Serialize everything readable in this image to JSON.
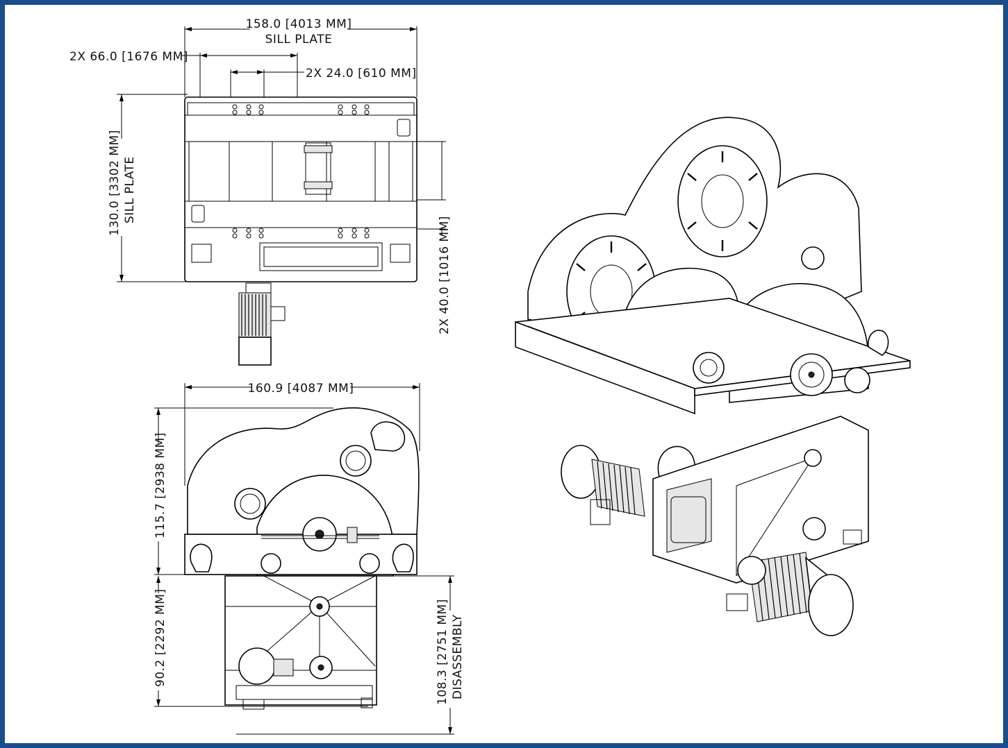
{
  "drawing": {
    "border_color": "#1b4d8c",
    "top_view": {
      "width_dim": "158.0 [4013 MM]",
      "width_sub": "SILL PLATE",
      "outer_spacing": "2X 66.0 [1676 MM]",
      "inner_spacing": "2X 24.0 [610 MM]",
      "depth_dim": "130.0 [3302 MM]",
      "depth_sub": "SILL PLATE",
      "offset_dim": "2X 40.0 [1016 MM]"
    },
    "side_view": {
      "width_dim": "160.9 [4087 MM]",
      "upper_height": "115.7 [2938 MM]",
      "lower_height": "90.2 [2292 MM]",
      "disassembly_dim": "108.3 [2751 MM]",
      "disassembly_sub": "DISASSEMBLY"
    }
  }
}
